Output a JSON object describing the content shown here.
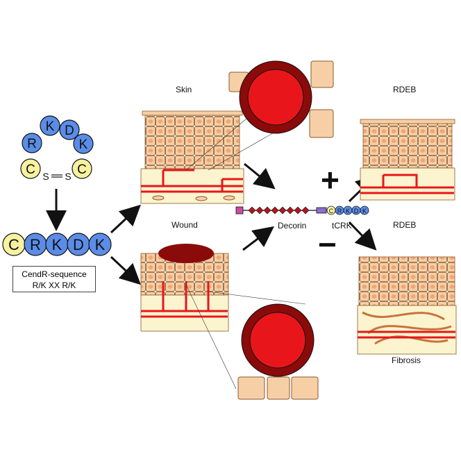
{
  "labels": {
    "skin": "Skin",
    "wound": "Wound",
    "rdeb_top": "RDEB",
    "rdeb_bottom": "RDEB",
    "decorin": "Decorin",
    "tcrk": "tCRK",
    "fibrosis": "Fibrosis",
    "plus": "+",
    "minus": "−"
  },
  "cyclic_peptide": {
    "residues": [
      "C",
      "R",
      "K",
      "D",
      "K",
      "C"
    ],
    "bond": "S—S",
    "s_left": "S",
    "s_right": "S"
  },
  "linear_peptide": {
    "residues": [
      "C",
      "R",
      "K",
      "D",
      "K"
    ]
  },
  "sequence_box": {
    "line1": "CendR-sequence",
    "line2": "R/K XX R/K"
  },
  "tcrk_chain": [
    "C",
    "R",
    "K",
    "D",
    "K"
  ],
  "colors": {
    "blue_residue": "#5b8de8",
    "yellow_residue": "#f7f1a0",
    "skin_cell": "#f7cfa6",
    "cell_stroke": "#8a5a2b",
    "dermis": "#fbf4cf",
    "vessel_red": "#e8161b",
    "dark_red": "#8b0a0a",
    "fibrosis_fiber": "#c8743a",
    "decorin_core": "#b1161e",
    "decorin_gag": "#c64ea8",
    "tcrk_link": "#8a6fd0"
  }
}
